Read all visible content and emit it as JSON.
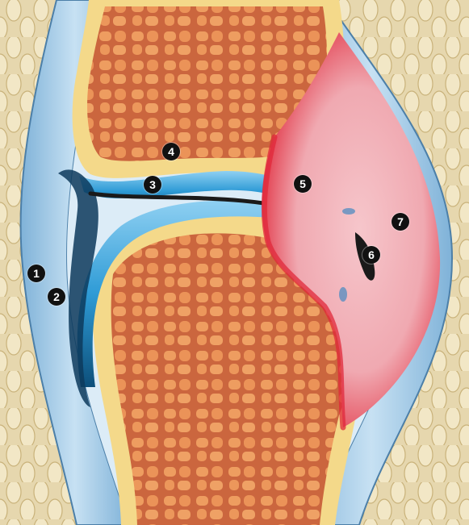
{
  "markers": {
    "m1": "1",
    "m2": "2",
    "m3": "3",
    "m4": "4",
    "m5": "5",
    "m6": "6",
    "m7": "7"
  },
  "colors": {
    "background_tissue": "#e9dcb6",
    "capsule_blue": "#a9cde6",
    "synovial_light": "#dcecf7",
    "bone_marrow": "#f4d98a",
    "trabecular_orange": "#e8844a",
    "cartilage_blue": "#2e9bd6",
    "inflammation_red": "#e0283a",
    "pannus_pink": "#f3b9bf",
    "marker_fill": "#111111"
  }
}
